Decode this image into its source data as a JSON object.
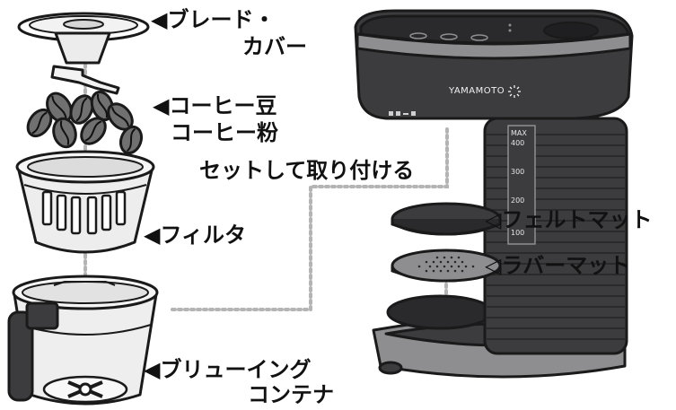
{
  "labels": {
    "blade_cover_line1": "◀ブレード・",
    "blade_cover_line2": "カバー",
    "beans_line1": "◀コーヒー豆",
    "beans_line2": "コーヒー粉",
    "attach_instruction": "セットして取り付ける",
    "filter": "◀フィルタ",
    "brewing_line1": "◀ブリューイング",
    "brewing_line2": "コンテナ",
    "felt_mat": "◁フェルトマット",
    "rubber_mat": "◁ラバーマット"
  },
  "machine": {
    "brand": "YAMAMOTO",
    "scale_max": "MAX",
    "scale_ticks": [
      "400",
      "300",
      "200",
      "100"
    ]
  },
  "colors": {
    "machine_body": "#3c3c3e",
    "machine_dark": "#2a2a2c",
    "machine_light": "#8e8e90",
    "line": "#1a1a1a",
    "dotted_guide": "#b4b4b4",
    "glass": "#e8e8e8",
    "bean": "#707070"
  },
  "icons": [
    "arrow-left-filled-icon",
    "arrow-left-outline-icon",
    "sun-logo-icon"
  ]
}
